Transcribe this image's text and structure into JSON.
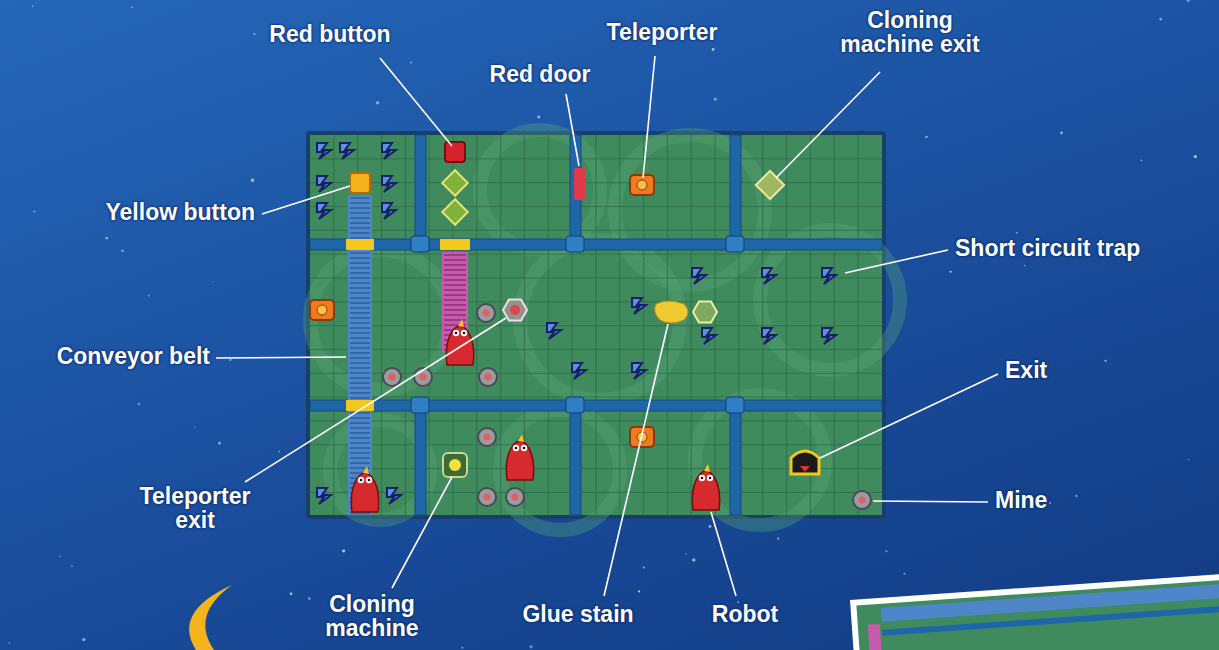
{
  "diagram": {
    "labels": [
      "Red button",
      "Teleporter",
      "Cloning machine exit",
      "Red door",
      "Yellow button",
      "Short circuit trap",
      "Conveyor belt",
      "Exit",
      "Teleporter exit",
      "Mine",
      "Cloning machine",
      "Glue stain",
      "Robot"
    ]
  }
}
